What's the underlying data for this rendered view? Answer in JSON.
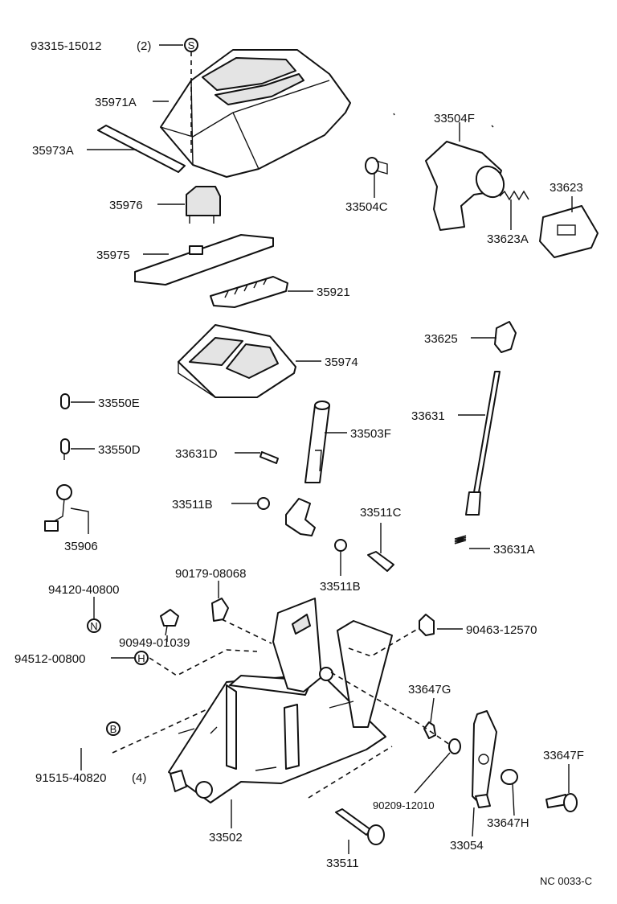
{
  "diagram": {
    "figure_code": "NC 0033-C",
    "labels": {
      "l_93315": "93315-15012",
      "l_qty2": "(2)",
      "l_35971A": "35971A",
      "l_35973A": "35973A",
      "l_35976": "35976",
      "l_35975": "35975",
      "l_35921": "35921",
      "l_35974": "35974",
      "l_33504F": "33504F",
      "l_33504C": "33504C",
      "l_33623": "33623",
      "l_33623A": "33623A",
      "l_33625": "33625",
      "l_33631": "33631",
      "l_33550E": "33550E",
      "l_33550D": "33550D",
      "l_33631D": "33631D",
      "l_33503F": "33503F",
      "l_33511B_a": "33511B",
      "l_33511C": "33511C",
      "l_33511B_b": "33511B",
      "l_33631A": "33631A",
      "l_35906": "35906",
      "l_94120": "94120-40800",
      "l_90179": "90179-08068",
      "l_90949": "90949-01039",
      "l_94512": "94512-00800",
      "l_90463": "90463-12570",
      "l_33647G": "33647G",
      "l_91515": "91515-40820",
      "l_qty4": "(4)",
      "l_90209": "90209-12010",
      "l_33647F": "33647F",
      "l_33647H": "33647H",
      "l_33502": "33502",
      "l_33054": "33054",
      "l_33511": "33511"
    },
    "markers": {
      "m_S": "S",
      "m_N": "N",
      "m_H": "H",
      "m_B": "B"
    }
  }
}
